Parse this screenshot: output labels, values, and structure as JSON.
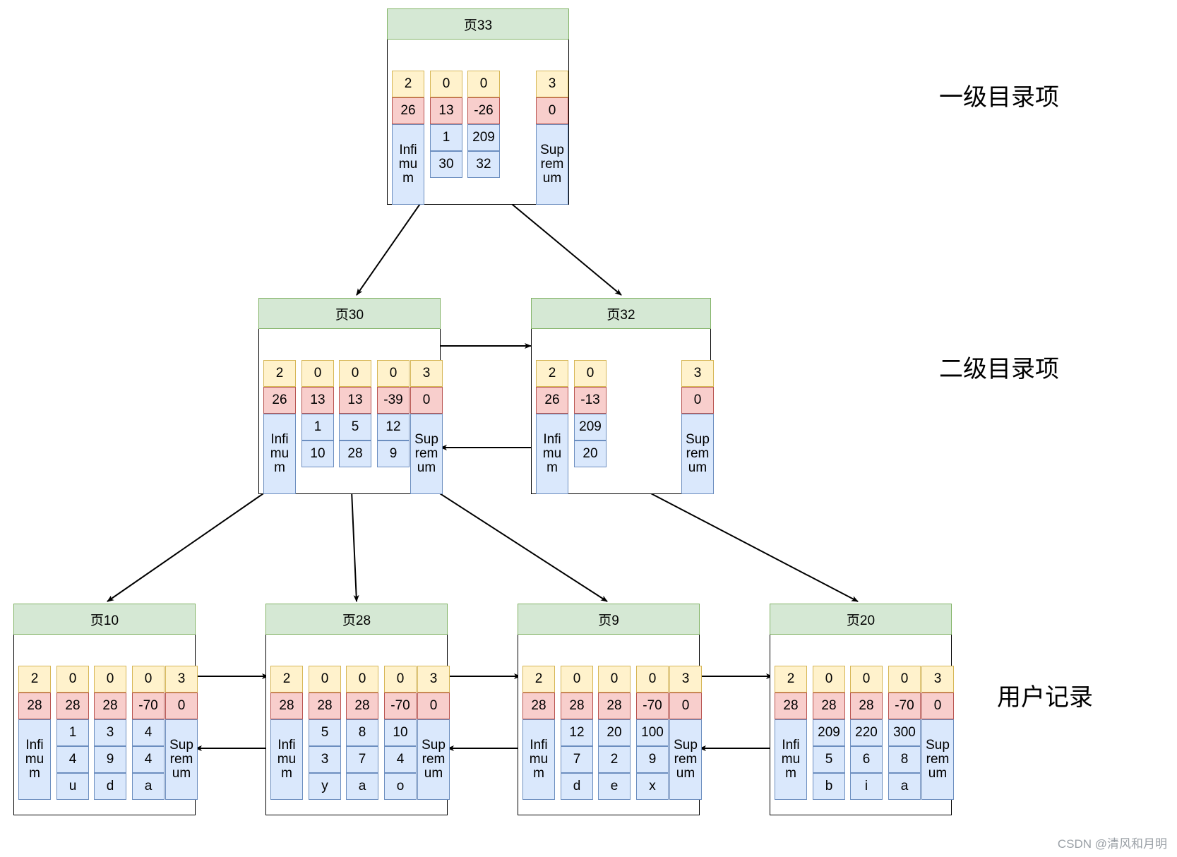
{
  "diagram": {
    "title": "InnoDB B+ Tree Index Structure",
    "colors": {
      "header_fill": "#d5e8d4",
      "header_stroke": "#82b366",
      "yellow_fill": "#fff2cc",
      "yellow_stroke": "#d6b656",
      "red_fill": "#f8cecc",
      "red_stroke": "#b85450",
      "blue_fill": "#dae8fc",
      "blue_stroke": "#6c8ebf",
      "border": "#000000"
    },
    "level_labels": [
      {
        "name": "level-1-label",
        "text": "一级目录项"
      },
      {
        "name": "level-2-label",
        "text": "二级目录项"
      },
      {
        "name": "level-3-label",
        "text": "用户记录"
      }
    ],
    "watermark": "CSDN @清风和月明",
    "infimum_text": [
      "Infi",
      "mu",
      "m"
    ],
    "supremum_text": [
      "Sup",
      "rem",
      "um"
    ]
  },
  "pages": [
    {
      "id": "page33",
      "title": "页33",
      "records": [
        {
          "name": "infimum",
          "yellow": "2",
          "red": "26",
          "kind": "infimum"
        },
        {
          "name": "dir-record",
          "yellow": "0",
          "red": "13",
          "blue1": "1",
          "blue2": "30",
          "kind": "dir"
        },
        {
          "name": "dir-record",
          "yellow": "0",
          "red": "-26",
          "blue1": "209",
          "blue2": "32",
          "kind": "dir"
        },
        {
          "name": "supremum",
          "yellow": "3",
          "red": "0",
          "kind": "supremum"
        }
      ]
    },
    {
      "id": "page30",
      "title": "页30",
      "records": [
        {
          "name": "infimum",
          "yellow": "2",
          "red": "26",
          "kind": "infimum"
        },
        {
          "name": "dir-record",
          "yellow": "0",
          "red": "13",
          "blue1": "1",
          "blue2": "10",
          "kind": "dir"
        },
        {
          "name": "dir-record",
          "yellow": "0",
          "red": "13",
          "blue1": "5",
          "blue2": "28",
          "kind": "dir"
        },
        {
          "name": "dir-record",
          "yellow": "0",
          "red": "-39",
          "blue1": "12",
          "blue2": "9",
          "kind": "dir"
        },
        {
          "name": "supremum",
          "yellow": "3",
          "red": "0",
          "kind": "supremum"
        }
      ]
    },
    {
      "id": "page32",
      "title": "页32",
      "records": [
        {
          "name": "infimum",
          "yellow": "2",
          "red": "26",
          "kind": "infimum"
        },
        {
          "name": "dir-record",
          "yellow": "0",
          "red": "-13",
          "blue1": "209",
          "blue2": "20",
          "kind": "dir"
        },
        {
          "name": "supremum",
          "yellow": "3",
          "red": "0",
          "kind": "supremum"
        }
      ]
    },
    {
      "id": "page10",
      "title": "页10",
      "records": [
        {
          "name": "infimum",
          "yellow": "2",
          "red": "28",
          "kind": "infimum"
        },
        {
          "name": "user-record",
          "yellow": "0",
          "red": "28",
          "blue1": "1",
          "blue2": "4",
          "blue3": "u",
          "kind": "user"
        },
        {
          "name": "user-record",
          "yellow": "0",
          "red": "28",
          "blue1": "3",
          "blue2": "9",
          "blue3": "d",
          "kind": "user"
        },
        {
          "name": "user-record",
          "yellow": "0",
          "red": "-70",
          "blue1": "4",
          "blue2": "4",
          "blue3": "a",
          "kind": "user"
        },
        {
          "name": "supremum",
          "yellow": "3",
          "red": "0",
          "kind": "supremum"
        }
      ]
    },
    {
      "id": "page28",
      "title": "页28",
      "records": [
        {
          "name": "infimum",
          "yellow": "2",
          "red": "28",
          "kind": "infimum"
        },
        {
          "name": "user-record",
          "yellow": "0",
          "red": "28",
          "blue1": "5",
          "blue2": "3",
          "blue3": "y",
          "kind": "user"
        },
        {
          "name": "user-record",
          "yellow": "0",
          "red": "28",
          "blue1": "8",
          "blue2": "7",
          "blue3": "a",
          "kind": "user"
        },
        {
          "name": "user-record",
          "yellow": "0",
          "red": "-70",
          "blue1": "10",
          "blue2": "4",
          "blue3": "o",
          "kind": "user"
        },
        {
          "name": "supremum",
          "yellow": "3",
          "red": "0",
          "kind": "supremum"
        }
      ]
    },
    {
      "id": "page9",
      "title": "页9",
      "records": [
        {
          "name": "infimum",
          "yellow": "2",
          "red": "28",
          "kind": "infimum"
        },
        {
          "name": "user-record",
          "yellow": "0",
          "red": "28",
          "blue1": "12",
          "blue2": "7",
          "blue3": "d",
          "kind": "user"
        },
        {
          "name": "user-record",
          "yellow": "0",
          "red": "28",
          "blue1": "20",
          "blue2": "2",
          "blue3": "e",
          "kind": "user"
        },
        {
          "name": "user-record",
          "yellow": "0",
          "red": "-70",
          "blue1": "100",
          "blue2": "9",
          "blue3": "x",
          "kind": "user"
        },
        {
          "name": "supremum",
          "yellow": "3",
          "red": "0",
          "kind": "supremum"
        }
      ]
    },
    {
      "id": "page20",
      "title": "页20",
      "records": [
        {
          "name": "infimum",
          "yellow": "2",
          "red": "28",
          "kind": "infimum"
        },
        {
          "name": "user-record",
          "yellow": "0",
          "red": "28",
          "blue1": "209",
          "blue2": "5",
          "blue3": "b",
          "kind": "user"
        },
        {
          "name": "user-record",
          "yellow": "0",
          "red": "28",
          "blue1": "220",
          "blue2": "6",
          "blue3": "i",
          "kind": "user"
        },
        {
          "name": "user-record",
          "yellow": "0",
          "red": "-70",
          "blue1": "300",
          "blue2": "8",
          "blue3": "a",
          "kind": "user"
        },
        {
          "name": "supremum",
          "yellow": "3",
          "red": "0",
          "kind": "supremum"
        }
      ]
    }
  ]
}
